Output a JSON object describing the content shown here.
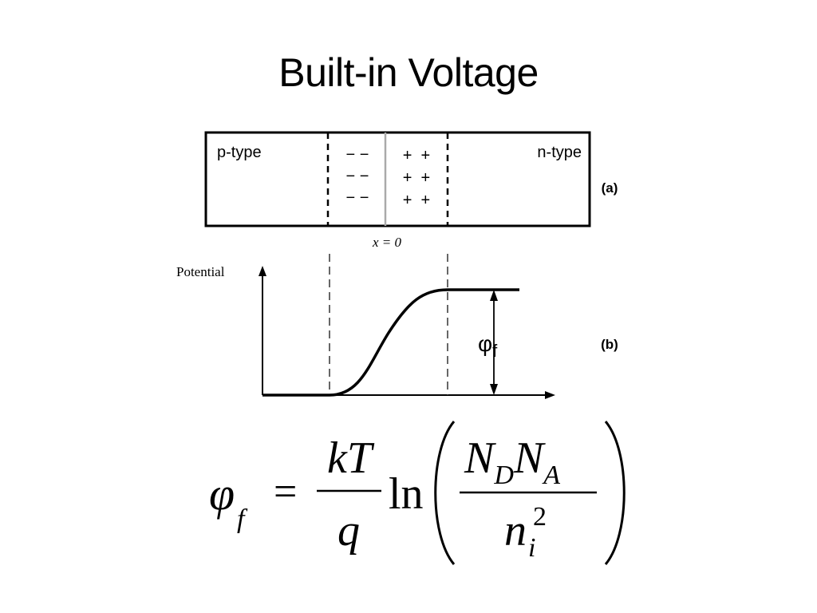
{
  "title": "Built-in Voltage",
  "diagram_a": {
    "p_label": "p-type",
    "n_label": "n-type",
    "neg_charges": [
      "− −",
      "− −",
      "− −"
    ],
    "pos_charges": [
      "+  +",
      "+  +",
      "+  +"
    ],
    "x_label": "x = 0",
    "tag": "(a)"
  },
  "diagram_b": {
    "y_axis_label": "Potential",
    "phi_symbol": "φ",
    "phi_subscript": "f",
    "tag": "(b)"
  },
  "equation": {
    "lhs_symbol": "φ",
    "lhs_subscript": "f",
    "equals": "=",
    "numerator": "kT",
    "denominator": "q",
    "ln": "ln",
    "nd_base": "N",
    "nd_sub": "D",
    "na_base": "N",
    "na_sub": "A",
    "ni_base": "n",
    "ni_sub": "i",
    "ni_sup": "2"
  }
}
